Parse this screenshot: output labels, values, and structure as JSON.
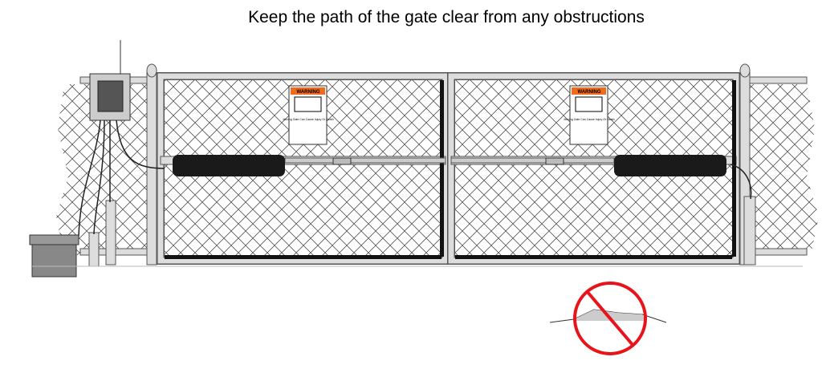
{
  "title": "Keep the path of the gate clear from any obstructions",
  "signs": {
    "header": "WARNING",
    "message": "Moving Gate Can Cause Injury Or Death"
  },
  "colors": {
    "warning_orange": "#f26a1b",
    "prohibit_red": "#e8141b",
    "frame": "#d4d4d4",
    "actuator": "#1a1a1a"
  }
}
